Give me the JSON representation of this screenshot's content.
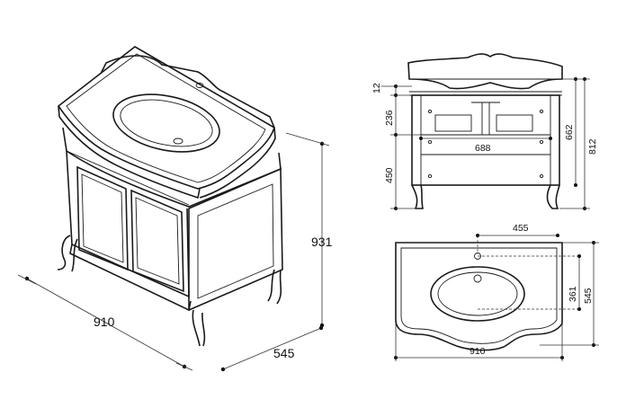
{
  "perspective_view": {
    "width_label": "910",
    "depth_label": "545",
    "height_label": "931"
  },
  "front_view": {
    "top_thickness_label": "12",
    "drawer_height_label": "236",
    "inner_width_label": "688",
    "lower_height_label": "450",
    "body_height_label": "662",
    "total_height_label": "812"
  },
  "top_view": {
    "faucet_offset_label": "455",
    "bowl_depth_label": "361",
    "depth_label": "545",
    "width_label": "910"
  }
}
